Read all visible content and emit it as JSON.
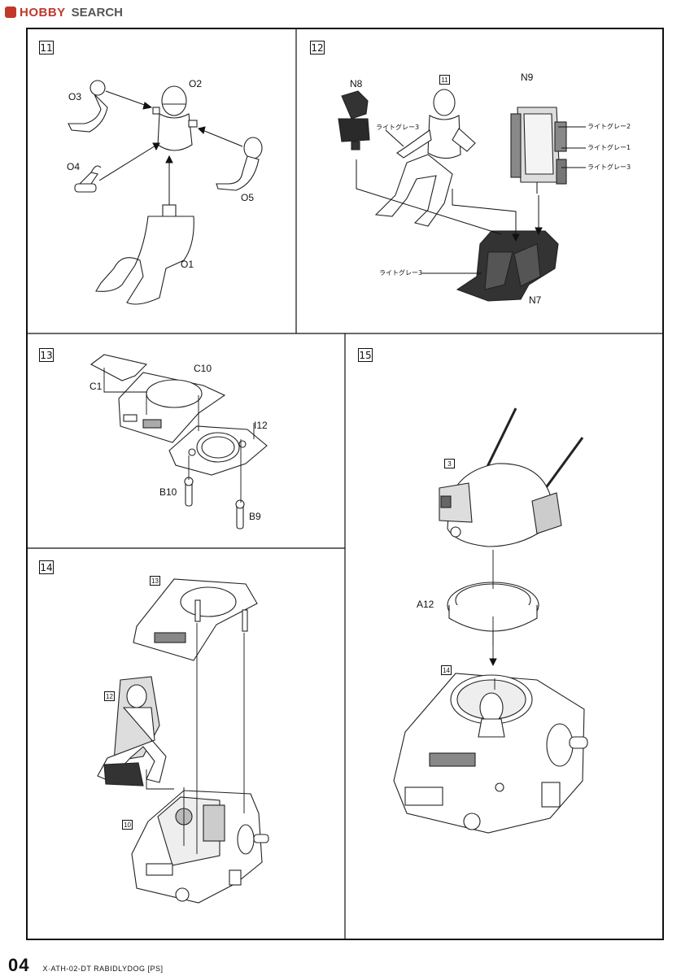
{
  "watermark": {
    "brand": "HOBBY",
    "search": "SEARCH"
  },
  "steps": {
    "s11": {
      "number": "11",
      "labels": {
        "o3": "O3",
        "o2": "O2",
        "o4": "O4",
        "o5": "O5",
        "o1": "O1"
      }
    },
    "s12": {
      "number": "12",
      "labels": {
        "n8": "N8",
        "ref11": "11",
        "n9": "N9",
        "n7": "N7",
        "paint1": "ライトグレー3",
        "paint2": "ライトグレー2",
        "paint3": "ライトグレー1",
        "paint4": "ライトグレー3",
        "paint5": "ライトグレー3"
      }
    },
    "s13": {
      "number": "13",
      "labels": {
        "c1": "C1",
        "c10": "C10",
        "i12": "I12",
        "b10": "B10",
        "b9": "B9"
      }
    },
    "s14": {
      "number": "14",
      "labels": {
        "ref13": "13",
        "ref12": "12",
        "ref10": "10"
      }
    },
    "s15": {
      "number": "15",
      "labels": {
        "ref3": "3",
        "a12": "A12",
        "ref14": "14"
      }
    }
  },
  "footer": {
    "page": "04",
    "title": "X·ATH-02-DT RABIDLYDOG [PS]"
  }
}
